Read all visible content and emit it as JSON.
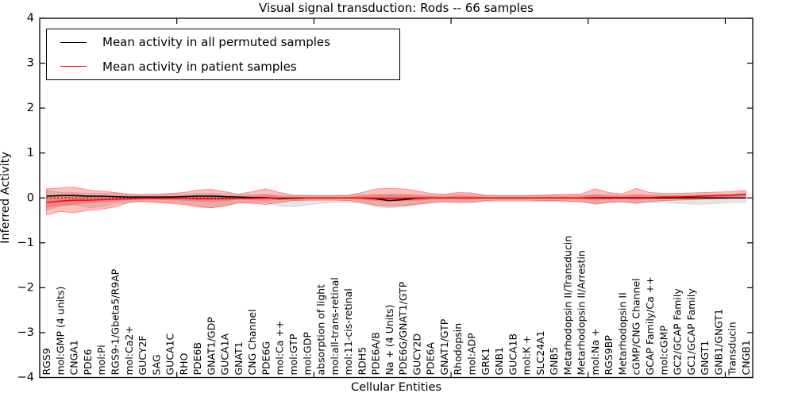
{
  "chart_data": {
    "type": "line",
    "title": "Visual signal transduction: Rods -- 66 samples",
    "xlabel": "Cellular Entities",
    "ylabel": "Inferred Activity",
    "ylim": [
      -4,
      4
    ],
    "yticks": [
      -4,
      -3,
      -2,
      -1,
      0,
      1,
      2,
      3,
      4
    ],
    "xtick_positions": [
      10,
      20,
      30,
      40,
      50
    ],
    "grid": false,
    "zero_line": true,
    "legend_position": "upper left",
    "categories": [
      "RGS9",
      "mol:GMP (4 units)",
      "CNGA1",
      "PDE6",
      "mol:Pi",
      "RGS9-1/Gbeta5/R9AP",
      "mol:Ca2+",
      "GUCY2F",
      "SAG",
      "GUCA1C",
      "RHO",
      "PDE6B",
      "GNAT1/GDP",
      "GUCA1A",
      "GNAT1",
      "CNG Channel",
      "PDE6G",
      "mol:Ca ++",
      "mol:GTP",
      "mol:GDP",
      "absorption of light",
      "mol:all-trans-retinal",
      "mol:11-cis-retinal",
      "RDH5",
      "PDE6A/B",
      "Na + (4 Units)",
      "PDE6G/GNAT1/GTP",
      "GUCY2D",
      "PDE6A",
      "GNAT1/GTP",
      "Rhodopsin",
      "mol:ADP",
      "GRK1",
      "GNB1",
      "GUCA1B",
      "mol:K +",
      "SLC24A1",
      "GNB5",
      "Metarhodopsin II/Transducin",
      "Metarhodopsin II/Arrestin",
      "mol:Na +",
      "RGS9BP",
      "Metarhodopsin II",
      "cGMP/CNG Channel",
      "GCAP Family/Ca ++",
      "mol:cGMP",
      "GC2/GCAP Family",
      "GC1/GCAP Family",
      "GNGT1",
      "GNB1/GNGT1",
      "Transducin",
      "CNGB1"
    ],
    "series": [
      {
        "name": "Mean activity in all permuted samples",
        "color": "#000000",
        "style": "solid",
        "values": [
          0.04,
          0.05,
          0.05,
          0.04,
          0.04,
          0.03,
          0.02,
          0.02,
          0.02,
          0.02,
          0.03,
          0.04,
          0.04,
          0.03,
          0.02,
          0.01,
          0.01,
          -0.02,
          -0.01,
          0,
          0,
          0,
          0,
          0,
          -0.02,
          -0.06,
          -0.04,
          -0.01,
          0,
          0,
          0,
          0,
          0,
          0,
          0,
          0,
          0,
          0,
          0,
          0,
          0,
          0,
          0,
          0,
          0,
          0,
          0,
          0,
          0,
          0,
          0,
          0
        ]
      },
      {
        "name": "Mean activity in patient samples",
        "color": "#ff0000",
        "style": "solid",
        "values": [
          -0.1,
          -0.07,
          -0.05,
          -0.05,
          -0.04,
          -0.03,
          -0.02,
          -0.01,
          -0.01,
          -0.01,
          -0.01,
          -0.02,
          -0.02,
          -0.02,
          -0.01,
          -0.01,
          0,
          -0.01,
          0,
          0,
          0,
          0,
          0,
          0,
          -0.01,
          -0.01,
          -0.01,
          0,
          0,
          0,
          0,
          0,
          0,
          0,
          0,
          0,
          0,
          0,
          0,
          0,
          0.01,
          0.01,
          0.01,
          0.01,
          0.01,
          0.02,
          0.02,
          0.03,
          0.04,
          0.05,
          0.06,
          0.08
        ]
      }
    ],
    "bands": [
      {
        "name": "permuted-range",
        "color": "#888888",
        "opacity": 0.22,
        "edge": "#aaaaaa",
        "low": [
          -0.28,
          -0.18,
          -0.15,
          -0.22,
          -0.2,
          -0.12,
          -0.1,
          -0.08,
          -0.1,
          -0.1,
          -0.12,
          -0.18,
          -0.22,
          -0.18,
          -0.12,
          -0.1,
          -0.1,
          -0.18,
          -0.2,
          -0.16,
          -0.12,
          -0.1,
          -0.1,
          -0.12,
          -0.2,
          -0.22,
          -0.2,
          -0.15,
          -0.12,
          -0.1,
          -0.1,
          -0.1,
          -0.08,
          -0.08,
          -0.08,
          -0.08,
          -0.08,
          -0.08,
          -0.09,
          -0.1,
          -0.12,
          -0.1,
          -0.1,
          -0.12,
          -0.1,
          -0.1,
          -0.12,
          -0.14,
          -0.14,
          -0.12,
          -0.1,
          -0.1
        ],
        "high": [
          0.18,
          0.12,
          0.12,
          0.1,
          0.1,
          0.1,
          0.08,
          0.08,
          0.08,
          0.08,
          0.09,
          0.1,
          0.1,
          0.09,
          0.08,
          0.07,
          0.07,
          0.06,
          0.06,
          0.06,
          0.06,
          0.06,
          0.06,
          0.07,
          0.08,
          0.08,
          0.08,
          0.07,
          0.06,
          0.06,
          0.07,
          0.07,
          0.06,
          0.06,
          0.06,
          0.06,
          0.06,
          0.06,
          0.06,
          0.06,
          0.07,
          0.07,
          0.06,
          0.07,
          0.07,
          0.06,
          0.06,
          0.06,
          0.07,
          0.07,
          0.07,
          0.08
        ]
      },
      {
        "name": "patient-range-outer",
        "color": "#ff0000",
        "opacity": 0.25,
        "edge": "#ff0000",
        "low": [
          -0.38,
          -0.3,
          -0.33,
          -0.28,
          -0.25,
          -0.2,
          -0.1,
          -0.08,
          -0.1,
          -0.12,
          -0.15,
          -0.2,
          -0.22,
          -0.18,
          -0.1,
          -0.12,
          -0.15,
          -0.1,
          -0.06,
          -0.05,
          -0.05,
          -0.05,
          -0.06,
          -0.1,
          -0.16,
          -0.18,
          -0.17,
          -0.14,
          -0.1,
          -0.08,
          -0.1,
          -0.1,
          -0.06,
          -0.05,
          -0.05,
          -0.05,
          -0.06,
          -0.06,
          -0.07,
          -0.08,
          -0.14,
          -0.1,
          -0.08,
          -0.12,
          -0.08,
          -0.06,
          -0.05,
          -0.04,
          -0.03,
          -0.02,
          -0.01,
          0
        ],
        "high": [
          0.2,
          0.22,
          0.24,
          0.18,
          0.15,
          0.12,
          0.08,
          0.07,
          0.08,
          0.1,
          0.12,
          0.17,
          0.19,
          0.14,
          0.08,
          0.14,
          0.2,
          0.12,
          0.06,
          0.05,
          0.05,
          0.05,
          0.06,
          0.12,
          0.2,
          0.21,
          0.2,
          0.16,
          0.1,
          0.08,
          0.12,
          0.11,
          0.06,
          0.05,
          0.05,
          0.05,
          0.06,
          0.07,
          0.08,
          0.09,
          0.2,
          0.12,
          0.09,
          0.21,
          0.12,
          0.1,
          0.1,
          0.11,
          0.12,
          0.13,
          0.14,
          0.17
        ]
      },
      {
        "name": "patient-range-inner",
        "color": "#ff0000",
        "opacity": 0.22,
        "edge": "none",
        "low": [
          -0.22,
          -0.18,
          -0.15,
          -0.12,
          -0.1,
          -0.08,
          -0.05,
          -0.04,
          -0.04,
          -0.05,
          -0.06,
          -0.08,
          -0.09,
          -0.07,
          -0.04,
          -0.05,
          -0.06,
          -0.04,
          -0.03,
          -0.02,
          -0.02,
          -0.02,
          -0.02,
          -0.04,
          -0.07,
          -0.08,
          -0.07,
          -0.06,
          -0.04,
          -0.03,
          -0.04,
          -0.04,
          -0.02,
          -0.02,
          -0.02,
          -0.02,
          -0.02,
          -0.03,
          -0.03,
          -0.03,
          -0.06,
          -0.04,
          -0.03,
          -0.05,
          -0.03,
          -0.02,
          -0.01,
          0,
          0,
          0.01,
          0.02,
          0.03
        ],
        "high": [
          0.05,
          0.08,
          0.1,
          0.06,
          0.05,
          0.04,
          0.03,
          0.03,
          0.03,
          0.04,
          0.05,
          0.06,
          0.07,
          0.05,
          0.03,
          0.05,
          0.08,
          0.04,
          0.03,
          0.02,
          0.02,
          0.02,
          0.02,
          0.05,
          0.08,
          0.08,
          0.08,
          0.06,
          0.04,
          0.03,
          0.05,
          0.04,
          0.02,
          0.02,
          0.02,
          0.02,
          0.02,
          0.03,
          0.03,
          0.03,
          0.08,
          0.05,
          0.04,
          0.08,
          0.05,
          0.05,
          0.06,
          0.06,
          0.07,
          0.08,
          0.09,
          0.11
        ]
      }
    ]
  }
}
